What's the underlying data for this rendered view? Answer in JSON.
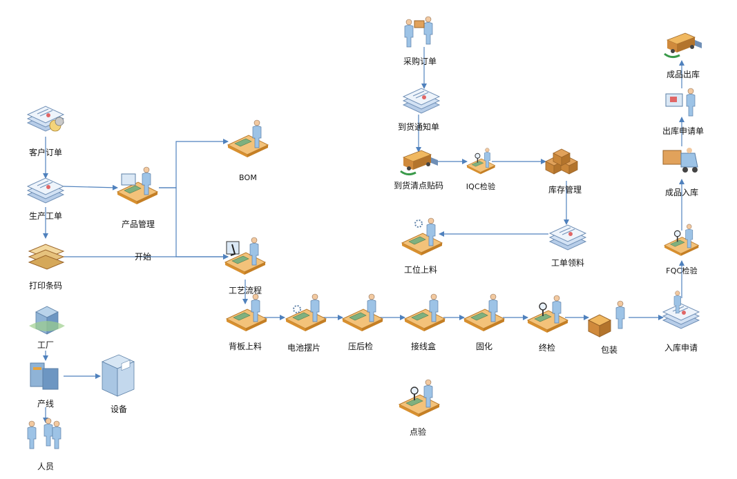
{
  "nodes": {
    "customer_order": "客户订单",
    "production_order": "生产工单",
    "print_barcode": "打印条码",
    "factory": "工厂",
    "production_line": "产线",
    "equipment": "设备",
    "personnel": "人员",
    "product_management": "产品管理",
    "bom": "BOM",
    "process_flow": "工艺流程",
    "purchase_order": "采购订单",
    "arrival_notice": "到货通知单",
    "arrival_check_label": "到货清点贴码",
    "iqc_inspection": "IQC检验",
    "inventory_management": "库存管理",
    "work_order_picking": "工单领料",
    "station_loading": "工位上料",
    "backsheet_loading": "背板上料",
    "cell_layout": "电池摆片",
    "post_lamination_inspection": "压后检",
    "junction_box": "接线盒",
    "curing": "固化",
    "final_inspection": "终检",
    "packaging": "包装",
    "warehousing_request": "入库申请",
    "spot_check": "点验",
    "fqc_inspection": "FQC检验",
    "finished_goods_inbound": "成品入库",
    "outbound_request": "出库申请单",
    "finished_goods_outbound": "成品出库"
  },
  "edge_labels": {
    "start": "开始"
  },
  "colors": {
    "arrow": "#4f81bd",
    "doc_fill": "#c6d9f1",
    "doc_stroke": "#6f8fb6",
    "person": "#9dc3e6",
    "desk": "#e8a33c",
    "box": "#d08a3c"
  }
}
